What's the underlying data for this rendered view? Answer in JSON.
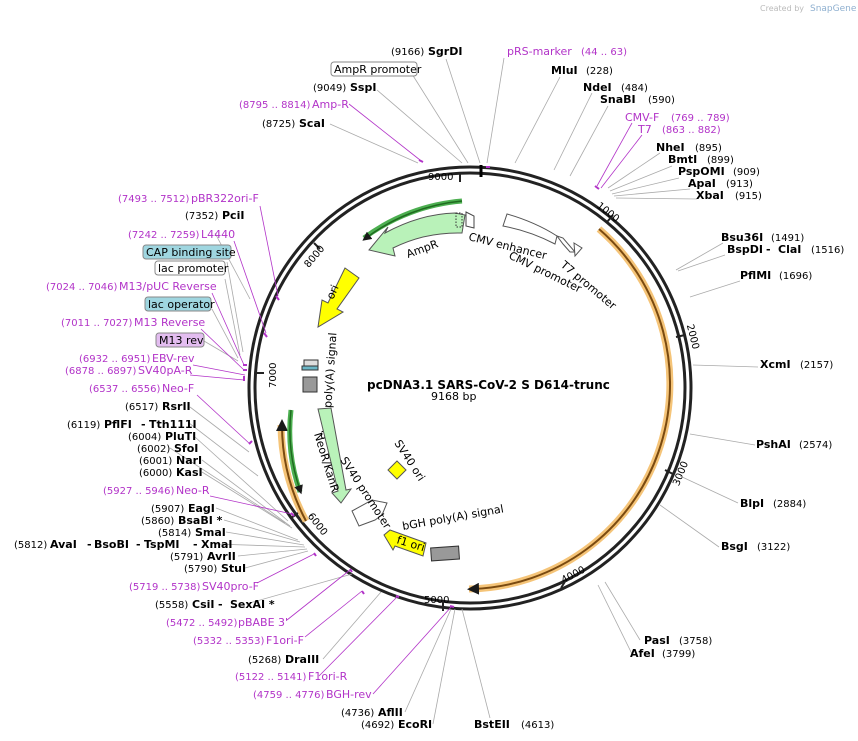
{
  "credit": {
    "prefix": "Created by",
    "brand": "SnapGene"
  },
  "title": "pcDNA3.1 SARS-CoV-2 S D614-trunc",
  "length": "9168 bp",
  "ticks": [
    "1000",
    "2000",
    "3000",
    "4000",
    "5000",
    "6000",
    "7000",
    "8000",
    "9000"
  ],
  "enzymes": [
    {
      "name": "SgrDI",
      "pos": "(9166)"
    },
    {
      "name": "SspI",
      "pos": "(9049)"
    },
    {
      "name": "ScaI",
      "pos": "(8725)"
    },
    {
      "name": "PciI",
      "pos": "(7352)"
    },
    {
      "name": "RsrII",
      "pos": "(6517)"
    },
    {
      "name": "PflFI",
      "pos": "(6119)",
      "name2": "Tth111I"
    },
    {
      "name": "PluTI",
      "pos": "(6004)"
    },
    {
      "name": "SfoI",
      "pos": "(6002)"
    },
    {
      "name": "NarI",
      "pos": "(6001)"
    },
    {
      "name": "KasI",
      "pos": "(6000)"
    },
    {
      "name": "EagI",
      "pos": "(5907)"
    },
    {
      "name": "BsaBI *",
      "pos": "(5860)"
    },
    {
      "name": "SmaI",
      "pos": "(5814)"
    },
    {
      "name": "AvaI",
      "pos": "(5812)",
      "name2": "BsoBI",
      "name3": "TspMI",
      "name4": "XmaI"
    },
    {
      "name": "AvrII",
      "pos": "(5791)"
    },
    {
      "name": "StuI",
      "pos": "(5790)"
    },
    {
      "name": "CsiI",
      "pos": "(5558)",
      "name2": "SexAI *"
    },
    {
      "name": "DraIII",
      "pos": "(5268)"
    },
    {
      "name": "AflII",
      "pos": "(4736)"
    },
    {
      "name": "EcoRI",
      "pos": "(4692)"
    },
    {
      "name": "BstEII",
      "pos": "(4613)"
    },
    {
      "name": "MluI",
      "pos": "(228)"
    },
    {
      "name": "NdeI",
      "pos": "(484)"
    },
    {
      "name": "SnaBI",
      "pos": "(590)"
    },
    {
      "name": "NheI",
      "pos": "(895)"
    },
    {
      "name": "BmtI",
      "pos": "(899)"
    },
    {
      "name": "PspOMI",
      "pos": "(909)"
    },
    {
      "name": "ApaI",
      "pos": "(913)"
    },
    {
      "name": "XbaI",
      "pos": "(915)"
    },
    {
      "name": "Bsu36I",
      "pos": "(1491)"
    },
    {
      "name": "BspDI",
      "pos": "(1516)",
      "name2": "ClaI"
    },
    {
      "name": "PflMI",
      "pos": "(1696)"
    },
    {
      "name": "XcmI",
      "pos": "(2157)"
    },
    {
      "name": "PshAI",
      "pos": "(2574)"
    },
    {
      "name": "BlpI",
      "pos": "(2884)"
    },
    {
      "name": "BsgI",
      "pos": "(3122)"
    },
    {
      "name": "PasI",
      "pos": "(3758)"
    },
    {
      "name": "AfeI",
      "pos": "(3799)"
    }
  ],
  "primers": [
    {
      "name": "pRS-marker",
      "pos": "(44 .. 63)"
    },
    {
      "name": "Amp-R",
      "pos": "(8795 .. 8814)"
    },
    {
      "name": "CMV-F",
      "pos": "(769 .. 789)"
    },
    {
      "name": "T7",
      "pos": "(863 .. 882)"
    },
    {
      "name": "pBR322ori-F",
      "pos": "(7493 .. 7512)"
    },
    {
      "name": "L4440",
      "pos": "(7242 .. 7259)"
    },
    {
      "name": "M13/pUC Reverse",
      "pos": "(7024 .. 7046)"
    },
    {
      "name": "M13 Reverse",
      "pos": "(7011 .. 7027)"
    },
    {
      "name": "EBV-rev",
      "pos": "(6932 .. 6951)"
    },
    {
      "name": "SV40pA-R",
      "pos": "(6878 .. 6897)"
    },
    {
      "name": "Neo-F",
      "pos": "(6537 .. 6556)"
    },
    {
      "name": "Neo-R",
      "pos": "(5927 .. 5946)"
    },
    {
      "name": "SV40pro-F",
      "pos": "(5719 .. 5738)"
    },
    {
      "name": "pBABE 3'",
      "pos": "(5472 .. 5492)"
    },
    {
      "name": "F1ori-F",
      "pos": "(5332 .. 5353)"
    },
    {
      "name": "F1ori-R",
      "pos": "(5122 .. 5141)"
    },
    {
      "name": "BGH-rev",
      "pos": "(4759 .. 4776)"
    }
  ],
  "boxed": {
    "ampr_promoter": "AmpR promoter",
    "cap": "CAP binding site",
    "lac_promoter": "lac promoter",
    "lac_operator": "lac operator",
    "m13_rev": "M13 rev"
  },
  "features": {
    "cmv_enhancer": "CMV enhancer",
    "cmv_promoter": "CMV promoter",
    "t7_promoter": "T7 promoter",
    "ampr": "AmpR",
    "ori": "ori",
    "sv40_polya": "SV40 poly(A) signal",
    "neor": "NeoR/KanR",
    "sv40_promoter": "SV40 promoter",
    "sv40_ori": "SV40 ori",
    "bgh_polya": "bGH poly(A) signal",
    "f1_ori": "f1 ori"
  },
  "colors": {
    "primer": "#b233c8",
    "orange": "#f5a623",
    "ampr_green": "#b9f2b9",
    "ori_yellow": "#ffff00",
    "cap_blue": "#9fd6e0",
    "m13_purple": "#e3bdf0"
  }
}
